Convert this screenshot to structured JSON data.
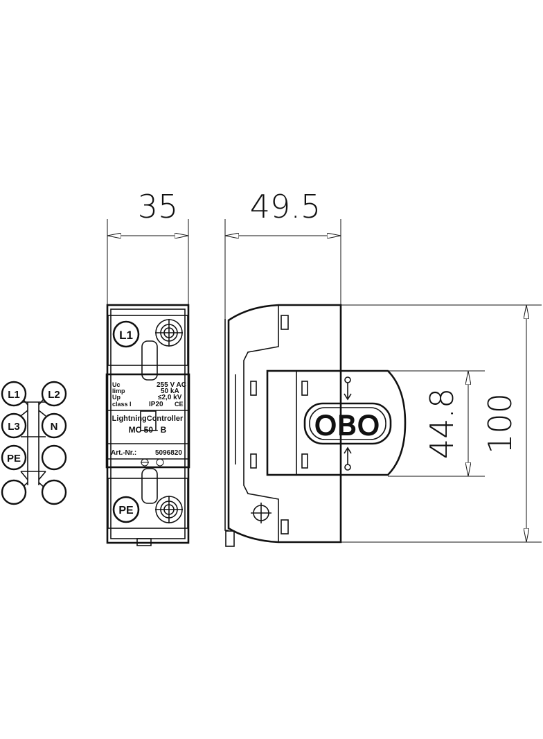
{
  "dimensions": {
    "width_front": "35",
    "width_side": "49.5",
    "height_total": "100",
    "height_inner": "44.8"
  },
  "wiring_diagram": {
    "terminals": [
      "L1",
      "L2",
      "L3",
      "N",
      "PE",
      "",
      "",
      ""
    ]
  },
  "front_view": {
    "terminal_top": "L1",
    "terminal_bottom": "PE",
    "spec_labels": [
      "Uc",
      "Iimp",
      "Up",
      "class I"
    ],
    "spec_values": [
      "255 V AC",
      "50 kA",
      "≤2,0 kV",
      "IP20"
    ],
    "ce_mark": "CE",
    "product_line": "LightningController",
    "model": "MC 50 - B",
    "article_label": "Art.-Nr.:",
    "article_number": "5096820"
  },
  "side_view": {
    "logo": "OBO"
  }
}
